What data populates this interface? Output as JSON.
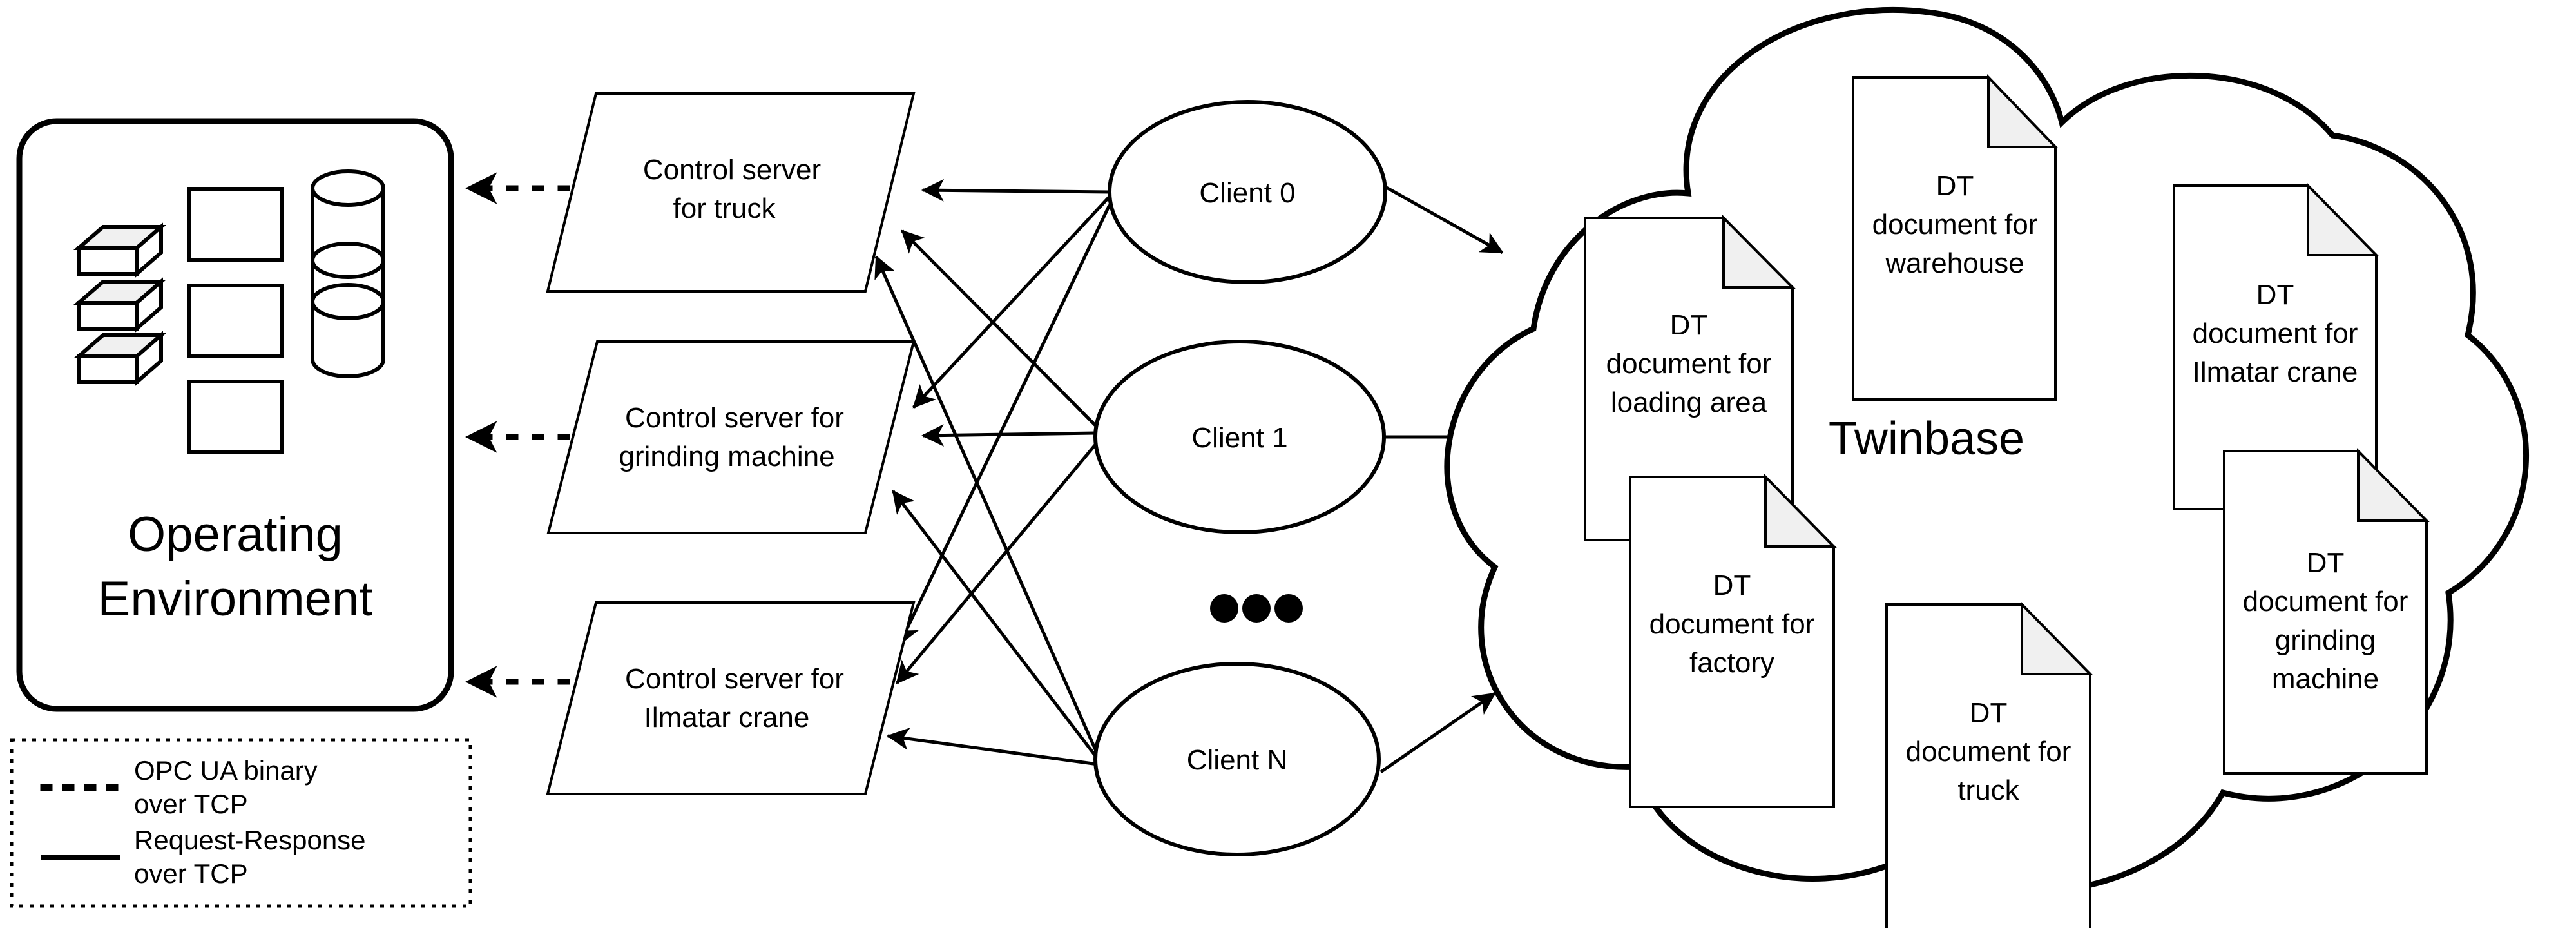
{
  "diagram": {
    "title_operating_environment": "Operating\nEnvironment",
    "operating_environment_line1": "Operating",
    "operating_environment_line2": "Environment",
    "cloud_label": "Twinbase",
    "ellipsis_label": "•••"
  },
  "control_servers": [
    {
      "name": "control-server-truck",
      "line1": "Control server",
      "line2": "for truck"
    },
    {
      "name": "control-server-grinding-machine",
      "line1": "Control server for",
      "line2": "grinding machine"
    },
    {
      "name": "control-server-ilmatar-crane",
      "line1": "Control server for",
      "line2": "Ilmatar crane"
    }
  ],
  "clients": [
    {
      "name": "client-0",
      "label": "Client 0"
    },
    {
      "name": "client-1",
      "label": "Client 1"
    },
    {
      "name": "client-n",
      "label": "Client N"
    }
  ],
  "dt_documents": [
    {
      "name": "dt-doc-loading-area",
      "line1": "DT",
      "line2": "document for",
      "line3": "loading area"
    },
    {
      "name": "dt-doc-warehouse",
      "line1": "DT",
      "line2": "document for",
      "line3": "warehouse"
    },
    {
      "name": "dt-doc-ilmatar-crane",
      "line1": "DT",
      "line2": "document for",
      "line3": "Ilmatar crane"
    },
    {
      "name": "dt-doc-factory",
      "line1": "DT",
      "line2": "document for",
      "line3": "factory"
    },
    {
      "name": "dt-doc-truck",
      "line1": "DT",
      "line2": "document for",
      "line3": "truck"
    },
    {
      "name": "dt-doc-grinding-machine",
      "line1": "DT",
      "line2": "document for",
      "line3": "grinding",
      "line4": "machine"
    }
  ],
  "legend": {
    "entries": [
      {
        "style": "dotted",
        "line1": "OPC UA binary",
        "line2": "over TCP"
      },
      {
        "style": "solid",
        "line1": "Request-Response",
        "line2": "over TCP"
      }
    ]
  },
  "colors": {
    "stroke": "#000000",
    "background": "#ffffff",
    "fold_fill": "#f0f0f0"
  }
}
